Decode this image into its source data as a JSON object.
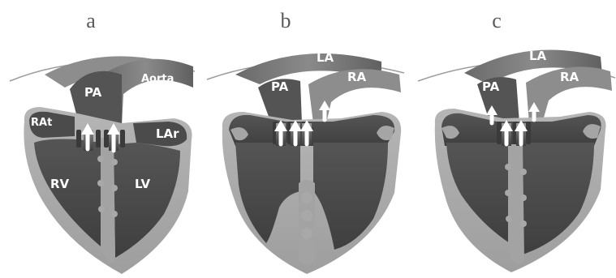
{
  "panels": [
    {
      "letter": "a",
      "labels": {
        "pa": "PA",
        "aorta": "Aorta",
        "ra": "RAt",
        "la": "LAr",
        "rv": "RV",
        "lv": "LV"
      }
    },
    {
      "letter": "b",
      "labels": {
        "la": "LA",
        "pa": "PA",
        "ra": "RA"
      }
    },
    {
      "letter": "c",
      "labels": {
        "la": "LA",
        "pa": "PA",
        "ra": "RA"
      }
    }
  ],
  "colors": {
    "wall": "#aaaaaa",
    "chamber": "#4b4b4b",
    "vessel": "#737373",
    "arrow": "#ffffff"
  }
}
